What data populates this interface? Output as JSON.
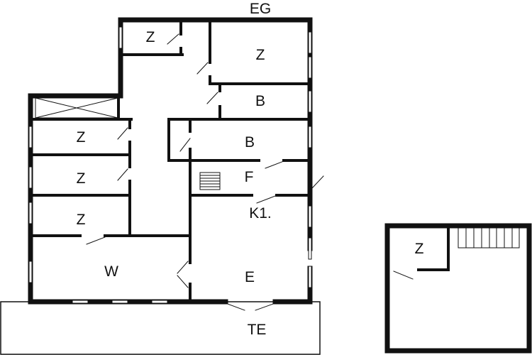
{
  "title": "EG",
  "rooms": {
    "z_top_left": "Z",
    "z_top_right": "Z",
    "b_upper": "B",
    "b_lower": "B",
    "z_left_1": "Z",
    "z_left_2": "Z",
    "z_left_3": "Z",
    "f": "F",
    "k1": "K1.",
    "w": "W",
    "e": "E",
    "te": "TE",
    "z_annex": "Z"
  },
  "colors": {
    "wall": "#111111",
    "background": "#ffffff"
  }
}
